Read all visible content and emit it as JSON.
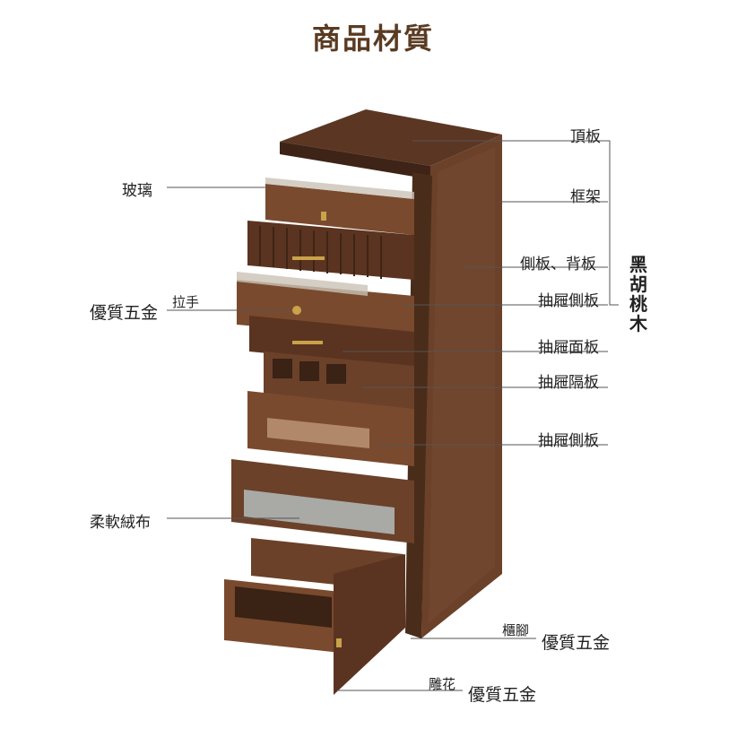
{
  "title": "商品材質",
  "labels": {
    "top_board": "頂板",
    "frame": "框架",
    "side_back": "側板、背板",
    "drawer_side_1": "抽屜側板",
    "drawer_face": "抽屜面板",
    "drawer_divider": "抽屜隔板",
    "drawer_side_2": "抽屜側板",
    "glass": "玻璃",
    "handle": "拉手",
    "hardware_left": "優質五金",
    "velvet": "柔軟絨布",
    "foot": "櫃腳",
    "hardware_foot": "優質五金",
    "carving": "雕花",
    "hardware_carving": "優質五金"
  },
  "material": [
    "黑",
    "胡",
    "桃",
    "木"
  ],
  "colors": {
    "title": "#5a3b22",
    "wood_dark": "#4a2c1a",
    "wood_mid": "#6b4129",
    "wood_light": "#8a5a3b",
    "line": "#555555"
  }
}
